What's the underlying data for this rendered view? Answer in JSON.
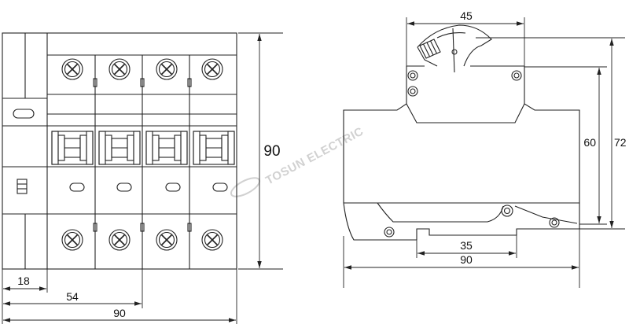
{
  "front_view": {
    "dimensions": {
      "height": "90",
      "module_width": "18",
      "three_module_width": "54",
      "overall_width": "90"
    }
  },
  "side_view": {
    "dimensions": {
      "top_width": "45",
      "height_to_rail": "60",
      "overall_height": "72",
      "din_rail_width": "35",
      "depth": "90"
    }
  },
  "watermark": {
    "text": "TOSUN ELECTRIC"
  },
  "colors": {
    "line": "#222222",
    "background": "#ffffff",
    "watermark": "#9a9a9a"
  }
}
